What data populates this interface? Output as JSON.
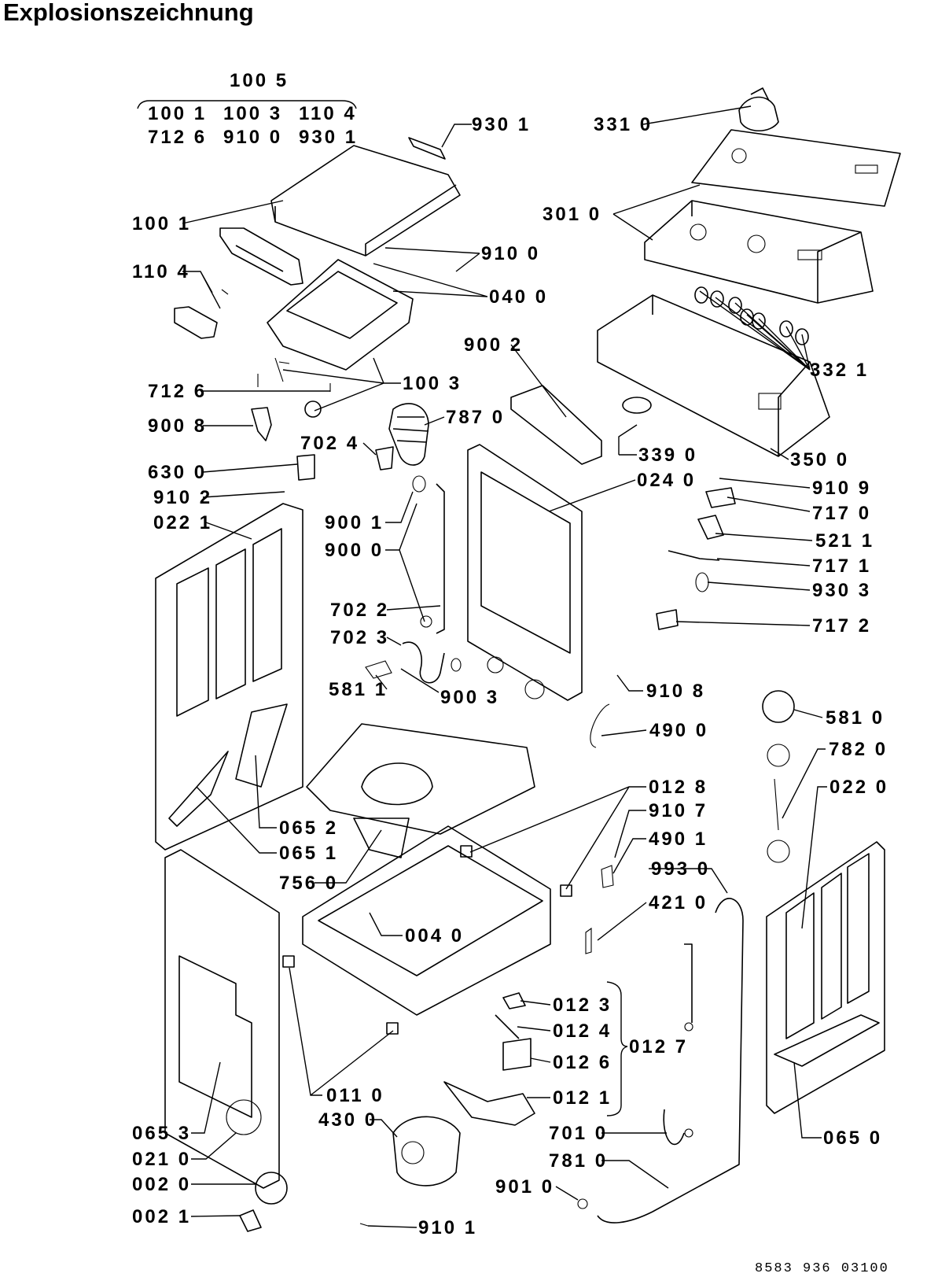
{
  "title": "Explosionszeichnung",
  "document_number": "8583 936 03100",
  "group_header": {
    "top": "100 5",
    "row1": [
      "100 1",
      "100 3",
      "110 4"
    ],
    "row2": [
      "712 6",
      "910 0",
      "930 1"
    ]
  },
  "callouts": {
    "c9301a": "930 1",
    "c3310": "331 0",
    "c3010": "301 0",
    "c1001": "100 1",
    "c9100": "910 0",
    "c1104": "110 4",
    "c0400": "040 0",
    "c9002": "900 2",
    "c3321": "332 1",
    "c7126": "712 6",
    "c1003": "100 3",
    "c7870": "787 0",
    "c9008": "900 8",
    "c7024": "702 4",
    "c3390": "339 0",
    "c3500": "350 0",
    "c6300": "630 0",
    "c0240": "024 0",
    "c9109": "910 9",
    "c9102": "910 2",
    "c7170": "717 0",
    "c0221": "022 1",
    "c9001": "900 1",
    "c5211": "521 1",
    "c9000": "900 0",
    "c7171": "717 1",
    "c9303": "930 3",
    "c7022": "702 2",
    "c7172": "717 2",
    "c7023": "702 3",
    "c5811": "581 1",
    "c9108": "910 8",
    "c9003": "900 3",
    "c4900": "490 0",
    "c5810": "581 0",
    "c7820": "782 0",
    "c0128": "012 8",
    "c0220": "022 0",
    "c0652": "065 2",
    "c9107": "910 7",
    "c0651": "065 1",
    "c4901": "490 1",
    "c7560": "756 0",
    "c9930": "993 0",
    "c4210": "421 0",
    "c0040": "004 0",
    "c0123": "012 3",
    "c0124": "012 4",
    "c0127": "012 7",
    "c0126": "012 6",
    "c0110": "011 0",
    "c0121": "012 1",
    "c4300": "430 0",
    "c0653": "065 3",
    "c7010": "701 0",
    "c0650": "065 0",
    "c0210": "021 0",
    "c7810": "781 0",
    "c0200": "002 0",
    "c9010": "901 0",
    "c0021": "002 1",
    "c9101": "910 1"
  }
}
